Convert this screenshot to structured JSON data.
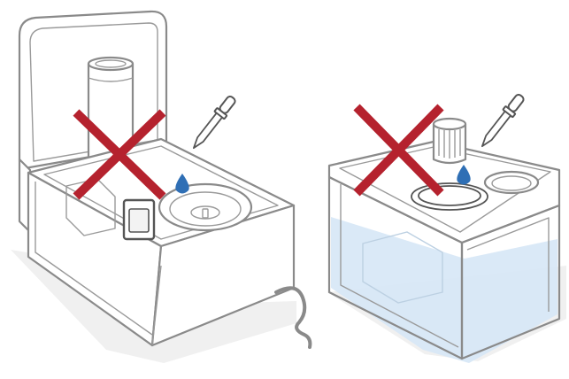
{
  "panels": [
    {
      "id": "left",
      "subject": "humidifier-base-with-tank-removed",
      "action": "dropper-adding-drop",
      "status": "prohibited"
    },
    {
      "id": "right",
      "subject": "water-tank-with-seal-ring",
      "action": "dropper-adding-drop",
      "status": "prohibited"
    }
  ],
  "icons": {
    "prohibited": "cross-icon",
    "dropper": "dropper-icon",
    "drop": "water-drop-icon"
  },
  "colors": {
    "outline": "#8a8a8a",
    "dark_outline": "#555555",
    "cross": "#b5222e",
    "drop": "#2f6fb5",
    "water": "#d6e7f6",
    "shadow": "#ececec",
    "body_fill": "#ffffff"
  }
}
